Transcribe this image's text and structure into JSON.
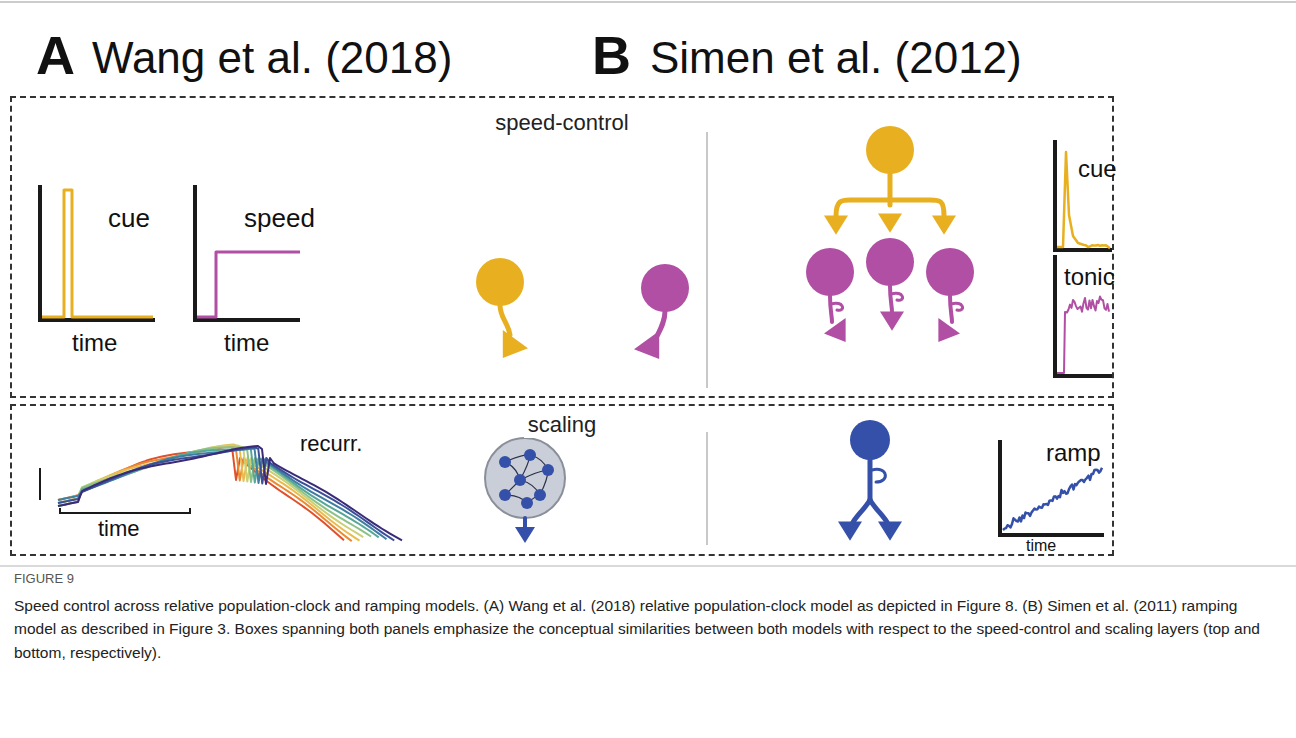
{
  "diagram": {
    "caption": "Speed control across relative population-clock and ramping models. (A) Wang et al. (2018) relative population-clock model as depicted in Figure 8. (B) Simen et al. (2011) ramping model as described in Figure 3. Boxes spanning both panels emphasize the conceptual similarities between both models with respect to the speed-control and scaling layers (top and bottom, respectively).",
    "nodes": [
      {
        "text": [
          "speed-control"
        ]
      },
      {
        "text": [
          "scaling"
        ]
      }
    ],
    "labels": [
      "A",
      "Wang et al. (2018)",
      "B",
      "Simen et al. (2012)",
      "cue",
      "speed",
      "time",
      "time",
      "cue",
      "tonic",
      "recurr.",
      "time",
      "ramp",
      "time",
      "FIGURE 9"
    ]
  }
}
